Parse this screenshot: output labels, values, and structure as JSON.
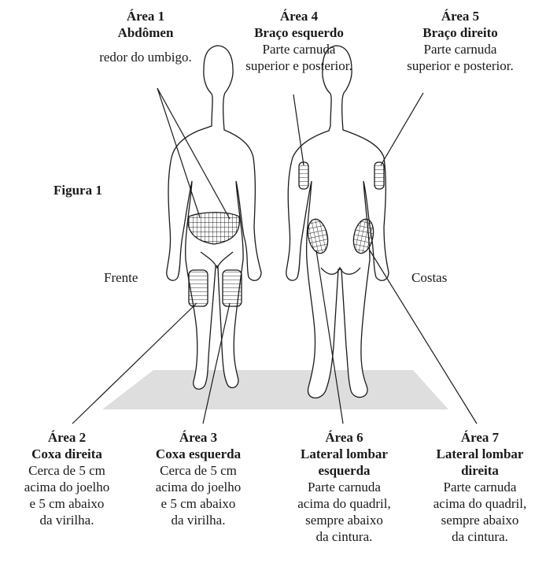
{
  "figure": {
    "label": "Figura 1"
  },
  "views": {
    "front": "Frente",
    "back": "Costas"
  },
  "areas": [
    {
      "id": "area1",
      "title": "Área 1",
      "name": "Abdômen",
      "desc": [
        "redor do umbigo."
      ]
    },
    {
      "id": "area4",
      "title": "Área 4",
      "name": "Braço esquerdo",
      "desc": [
        "Parte carnuda",
        "superior e posterior."
      ]
    },
    {
      "id": "area5",
      "title": "Área 5",
      "name": "Braço direito",
      "desc": [
        "Parte carnuda",
        "superior e posterior."
      ]
    },
    {
      "id": "area2",
      "title": "Área 2",
      "name": "Coxa direita",
      "desc": [
        "Cerca de 5 cm",
        "acima do joelho",
        "e 5 cm abaixo",
        "da virilha."
      ]
    },
    {
      "id": "area3",
      "title": "Área 3",
      "name": "Coxa esquerda",
      "desc": [
        "Cerca de 5 cm",
        "acima do joelho",
        "e 5 cm abaixo",
        "da virilha."
      ]
    },
    {
      "id": "area6",
      "title": "Área 6",
      "name": "Lateral lombar esquerda",
      "name_lines": [
        "Lateral lombar",
        "esquerda"
      ],
      "desc": [
        "Parte carnuda",
        "acima do quadril,",
        "sempre abaixo",
        "da cintura."
      ]
    },
    {
      "id": "area7",
      "title": "Área 7",
      "name": "Lateral lombar direita",
      "name_lines": [
        "Lateral lombar",
        "direita"
      ],
      "desc": [
        "Parte carnuda",
        "acima do quadril,",
        "sempre abaixo",
        "da cintura."
      ]
    }
  ],
  "colors": {
    "ink": "#1a1a1a",
    "floor": "#dedede",
    "body_fill": "#ffffff"
  }
}
